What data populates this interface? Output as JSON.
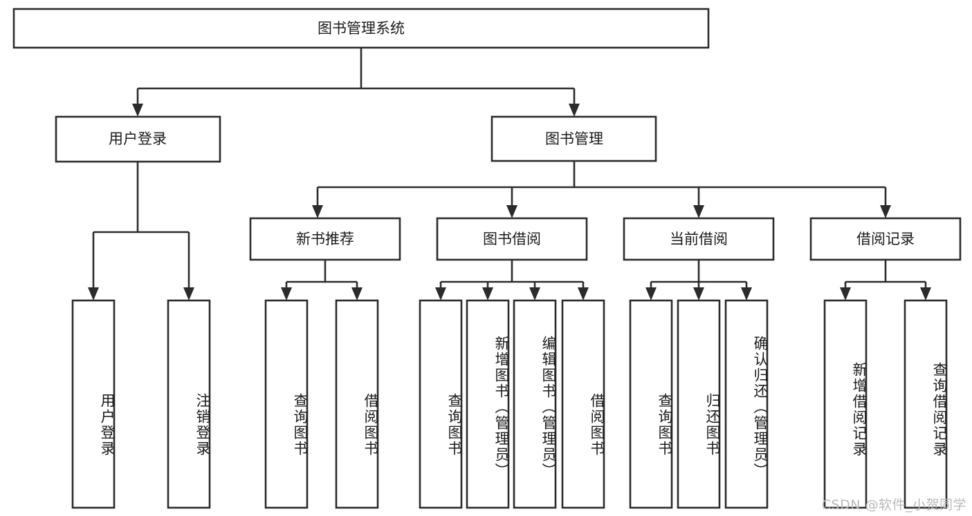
{
  "diagram": {
    "type": "tree",
    "title": "图书管理系统",
    "watermark": "CSDN @软件_小贺同学",
    "colors": {
      "box_stroke": "#2b2b2b",
      "box_fill": "#ffffff",
      "text": "#1a1a1a",
      "connector": "#2b2b2b",
      "watermark": "#b9b9b9",
      "background": "#ffffff"
    },
    "levels": {
      "root": {
        "label": "图书管理系统"
      },
      "level2": [
        {
          "label": "用户登录"
        },
        {
          "label": "图书管理"
        }
      ],
      "level3": [
        {
          "label": "新书推荐"
        },
        {
          "label": "图书借阅"
        },
        {
          "label": "当前借阅"
        },
        {
          "label": "借阅记录"
        }
      ],
      "leaves": [
        {
          "label": "用户登录",
          "parent": "用户登录"
        },
        {
          "label": "注销登录",
          "parent": "用户登录"
        },
        {
          "label": "查询图书",
          "parent": "新书推荐"
        },
        {
          "label": "借阅图书",
          "parent": "新书推荐"
        },
        {
          "label": "查询图书",
          "parent": "图书借阅"
        },
        {
          "label": "新增图书（管理员）",
          "parent": "图书借阅"
        },
        {
          "label": "编辑图书（管理员）",
          "parent": "图书借阅"
        },
        {
          "label": "借阅图书",
          "parent": "图书借阅"
        },
        {
          "label": "查询图书",
          "parent": "当前借阅"
        },
        {
          "label": "归还图书",
          "parent": "当前借阅"
        },
        {
          "label": "确认归还（管理员）",
          "parent": "当前借阅"
        },
        {
          "label": "新增借阅记录",
          "parent": "借阅记录"
        },
        {
          "label": "查询借阅记录",
          "parent": "借阅记录"
        }
      ]
    }
  }
}
